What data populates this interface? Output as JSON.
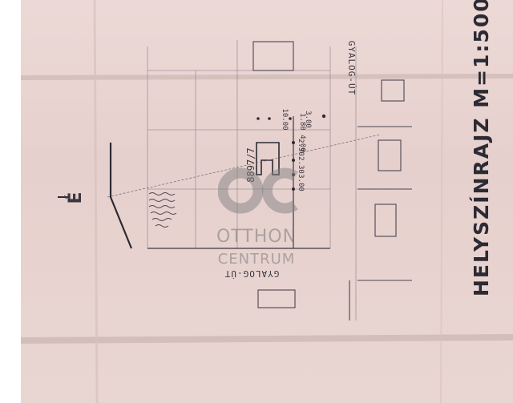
{
  "document": {
    "title": "HELYSZÍNRAJZ  M=1:500",
    "street_right": "GYALOG-ÚT",
    "street_left": "GYALOG-ÚT",
    "parcel_number": "8897/7",
    "north_label": "É",
    "dimensions": [
      "10.00",
      "1.80  4.00",
      "3.00",
      "2.30",
      "2.30",
      "3.00"
    ]
  },
  "watermark": {
    "line1": "OTTHON",
    "line2": "CENTRUM"
  },
  "colors": {
    "paper": "#e8d4d0",
    "ink": "#3b3740",
    "watermark": "#8a8a8a"
  }
}
